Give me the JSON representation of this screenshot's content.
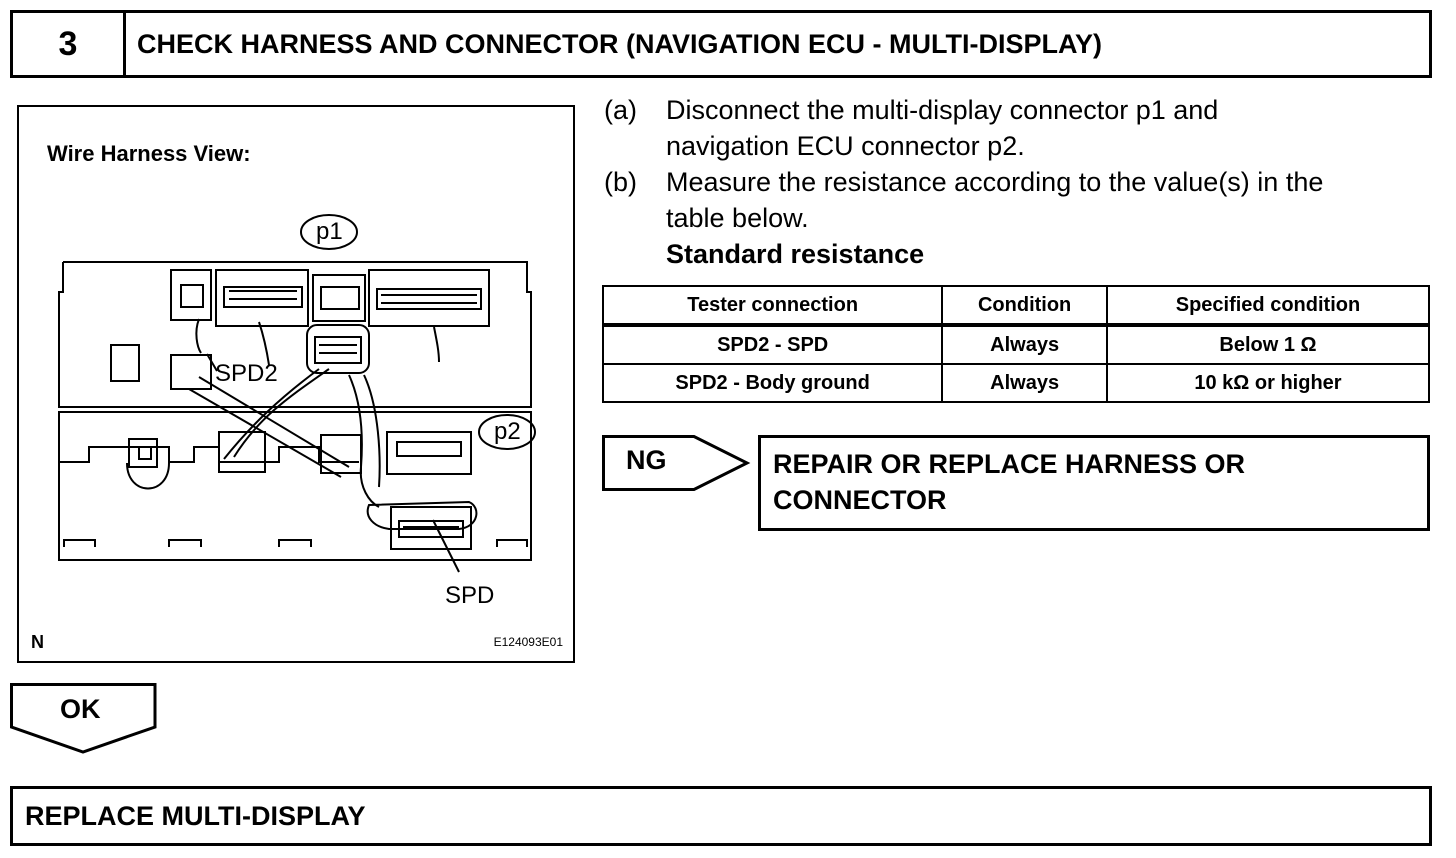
{
  "header": {
    "step_number": "3",
    "title": "CHECK HARNESS AND CONNECTOR (NAVIGATION ECU - MULTI-DISPLAY)"
  },
  "figure": {
    "label": "Wire Harness View:",
    "callouts": {
      "p1": "p1",
      "p2": "p2",
      "spd2": "SPD2",
      "spd": "SPD"
    },
    "north_mark": "N",
    "code": "E124093E01"
  },
  "instructions": [
    {
      "letter": "(a)",
      "lines": [
        "Disconnect the multi-display connector p1 and",
        "navigation ECU connector p2."
      ]
    },
    {
      "letter": "(b)",
      "lines": [
        "Measure the resistance according to the value(s) in the",
        "table below."
      ]
    }
  ],
  "standard_label": "Standard resistance",
  "table": {
    "headers": [
      "Tester connection",
      "Condition",
      "Specified condition"
    ],
    "rows": [
      [
        "SPD2 - SPD",
        "Always",
        "Below 1 Ω"
      ],
      [
        "SPD2 - Body ground",
        "Always",
        "10 kΩ or higher"
      ]
    ]
  },
  "ng": {
    "label": "NG",
    "result_lines": [
      "REPAIR OR REPLACE HARNESS OR",
      "CONNECTOR"
    ]
  },
  "ok": {
    "label": "OK"
  },
  "final": {
    "text": "REPLACE MULTI-DISPLAY"
  }
}
